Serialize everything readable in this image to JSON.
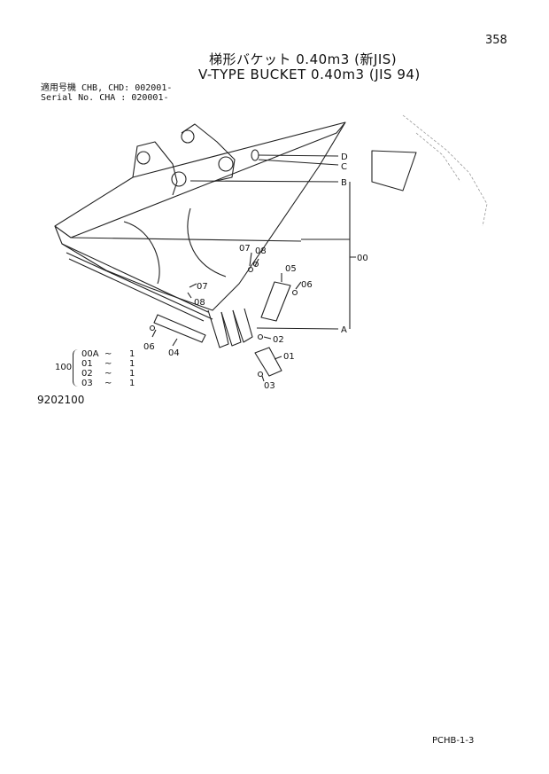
{
  "page": {
    "number": "358",
    "footer_code": "PCHB-1-3"
  },
  "title": {
    "jp": "梯形バケット 0.40m3 (新JIS)",
    "en": "V-TYPE BUCKET 0.40m3 (JIS 94)"
  },
  "serial": {
    "line1": "適用号機 CHB, CHD: 002001-",
    "line2": "Serial No. CHA : 020001-"
  },
  "drawing_number": "9202100",
  "callouts": {
    "D": "D",
    "C": "C",
    "B": "B",
    "A": "A",
    "p00": "00",
    "p01": "01",
    "p02": "02",
    "p03": "03",
    "p04": "04",
    "p05": "05",
    "p06a": "06",
    "p06b": "06",
    "p07a": "07",
    "p07b": "07",
    "p08a": "08",
    "p08b": "08"
  },
  "quantity_table": {
    "total_label": "100",
    "rows": [
      {
        "part": "00A",
        "tilde": "~",
        "qty": "1"
      },
      {
        "part": "01",
        "tilde": "~",
        "qty": "1"
      },
      {
        "part": "02",
        "tilde": "~",
        "qty": "1"
      },
      {
        "part": "03",
        "tilde": "~",
        "qty": "1"
      }
    ]
  }
}
